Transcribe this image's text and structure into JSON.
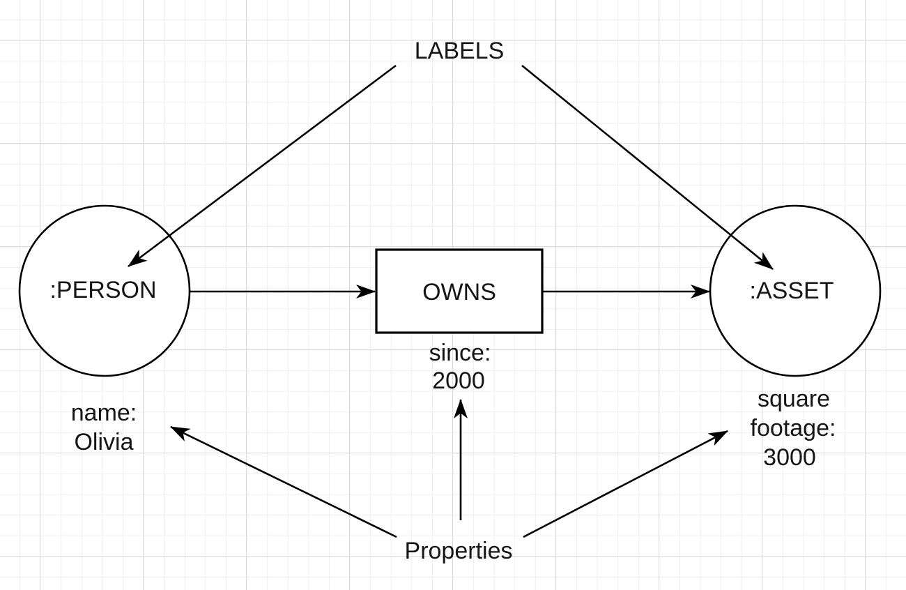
{
  "diagram": {
    "annotations": {
      "labels_title": "LABELS",
      "properties_title": "Properties"
    },
    "person_node": {
      "label": ":PERSON",
      "properties": [
        "name:",
        "Olivia"
      ]
    },
    "relationship": {
      "label": "OWNS",
      "properties": [
        "since:",
        "2000"
      ]
    },
    "asset_node": {
      "label": ":ASSET",
      "properties": [
        "square",
        "footage:",
        "3000"
      ]
    },
    "colors": {
      "background": "#ffffff",
      "grid_minor": "#eeeeee",
      "grid_major": "#dcdcdc",
      "shape_stroke": "#000000",
      "text": "#161616"
    }
  }
}
